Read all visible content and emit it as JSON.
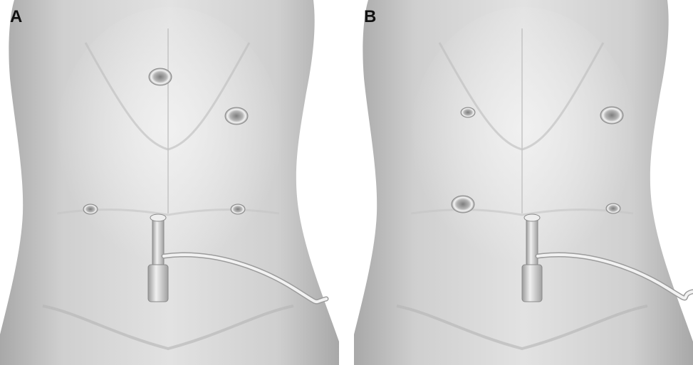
{
  "panels": [
    {
      "label": "A",
      "ports": [
        {
          "name": "upper-midline",
          "size": "large"
        },
        {
          "name": "left-upper",
          "size": "large"
        },
        {
          "name": "right-lower",
          "size": "small"
        },
        {
          "name": "left-lower",
          "size": "small"
        }
      ]
    },
    {
      "label": "B",
      "ports": [
        {
          "name": "right-upper",
          "size": "small"
        },
        {
          "name": "left-upper",
          "size": "large"
        },
        {
          "name": "right-lower",
          "size": "large"
        },
        {
          "name": "left-lower",
          "size": "small"
        }
      ]
    }
  ],
  "colors": {
    "background": "#ffffff",
    "skin_light": "#e2e2e2",
    "skin_mid": "#cfcfcf",
    "skin_dark": "#a8a8a8",
    "port_ring": "#f4f4f4",
    "port_center": "#7d7d7d"
  }
}
